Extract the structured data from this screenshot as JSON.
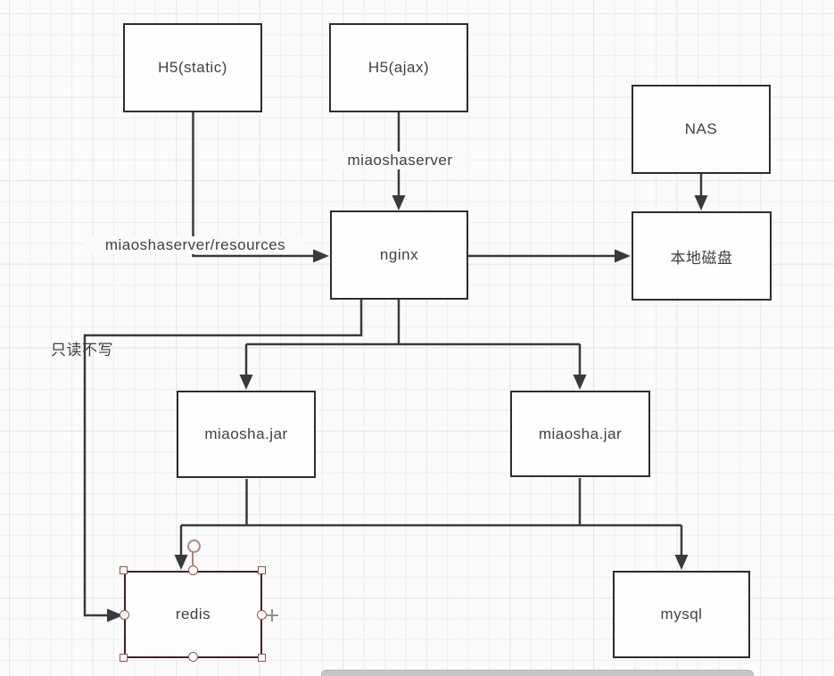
{
  "canvas": {
    "kind": "flowchart-editor-canvas"
  },
  "theme": {
    "background": "#fbfbfb",
    "grid_line": "#ededed",
    "grid_major": "#e6e6e6",
    "shape_border": "#2d2d2d",
    "shape_fill": "#fefefe",
    "connector": "#3a3a3a",
    "text": "#404040",
    "selected_border": "#3f2222",
    "handle_stroke": "#9b4d4a",
    "rotation_stroke": "#b2837d",
    "crosshair": "#909090",
    "scrollbar": "#c6c6c6"
  },
  "nodes": {
    "h5_static": {
      "label": "H5(static)"
    },
    "h5_ajax": {
      "label": "H5(ajax)"
    },
    "nas": {
      "label": "NAS"
    },
    "nginx": {
      "label": "nginx"
    },
    "local_disk": {
      "label": "本地磁盘"
    },
    "miaosha_jar_left": {
      "label": "miaosha.jar"
    },
    "miaosha_jar_right": {
      "label": "miaosha.jar"
    },
    "redis": {
      "label": "redis",
      "selected": true
    },
    "mysql": {
      "label": "mysql"
    }
  },
  "edge_labels": {
    "ajax_to_nginx": "miaoshaserver",
    "static_to_nginx": "miaoshaserver/resources",
    "nginx_to_redis": "只读不写"
  }
}
